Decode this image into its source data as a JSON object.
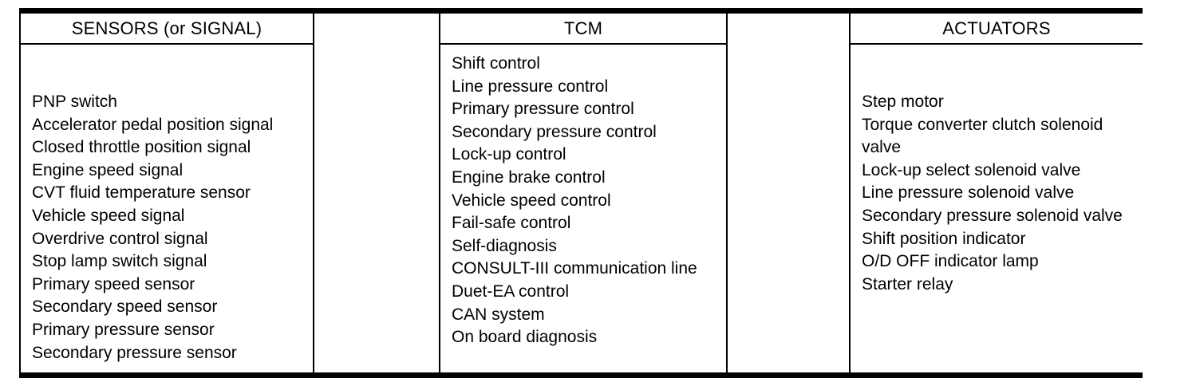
{
  "diagram": {
    "kind": "block-table",
    "columns": [
      {
        "id": "sensors",
        "header": "SENSORS (or SIGNAL)",
        "items": [
          "PNP switch",
          "Accelerator pedal position signal",
          "Closed throttle position signal",
          "Engine speed signal",
          "CVT fluid temperature sensor",
          "Vehicle speed signal",
          "Overdrive control signal",
          "Stop lamp switch signal",
          "Primary speed sensor",
          "Secondary speed sensor",
          "Primary pressure sensor",
          "Secondary pressure sensor"
        ]
      },
      {
        "id": "gap-a",
        "header": "",
        "items": []
      },
      {
        "id": "tcm",
        "header": "TCM",
        "items": [
          "Shift control",
          "Line pressure control",
          "Primary pressure control",
          "Secondary pressure control",
          "Lock-up control",
          "Engine brake control",
          "Vehicle speed control",
          "Fail-safe control",
          "Self-diagnosis",
          "CONSULT-III communication line",
          "Duet-EA control",
          "CAN system",
          "On board diagnosis"
        ]
      },
      {
        "id": "gap-b",
        "header": "",
        "items": []
      },
      {
        "id": "actuators",
        "header": "ACTUATORS",
        "items": [
          "Step motor",
          "Torque converter clutch solenoid valve",
          "Lock-up select solenoid valve",
          "Line pressure solenoid valve",
          "Secondary pressure solenoid valve",
          "Shift position indicator",
          "O/D OFF indicator lamp",
          "Starter relay"
        ]
      }
    ]
  },
  "style": {
    "ink": "#000000",
    "paper": "#ffffff"
  }
}
